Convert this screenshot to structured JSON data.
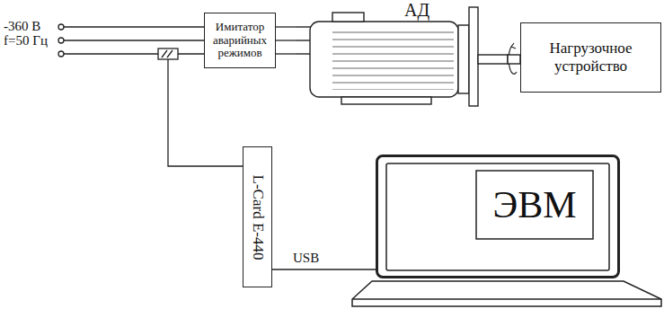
{
  "diagram": {
    "nodes": [
      {
        "text": [
          "Имитатор аварийных режимов"
        ]
      },
      {
        "text": [
          "АД"
        ]
      },
      {
        "text": [
          "Нагрузочное устройство"
        ]
      },
      {
        "text": [
          "L-Card E-440"
        ]
      },
      {
        "text": [
          "ЭВМ"
        ]
      }
    ],
    "edges": [
      {
        "from": 0,
        "to": 1,
        "arrow": "none"
      },
      {
        "from": 1,
        "to": 2,
        "arrow": "none"
      },
      {
        "from": 3,
        "to": 4,
        "label": "USB",
        "arrow": "none"
      }
    ],
    "labels": [
      "-360 В",
      "f=50 Гц"
    ]
  }
}
